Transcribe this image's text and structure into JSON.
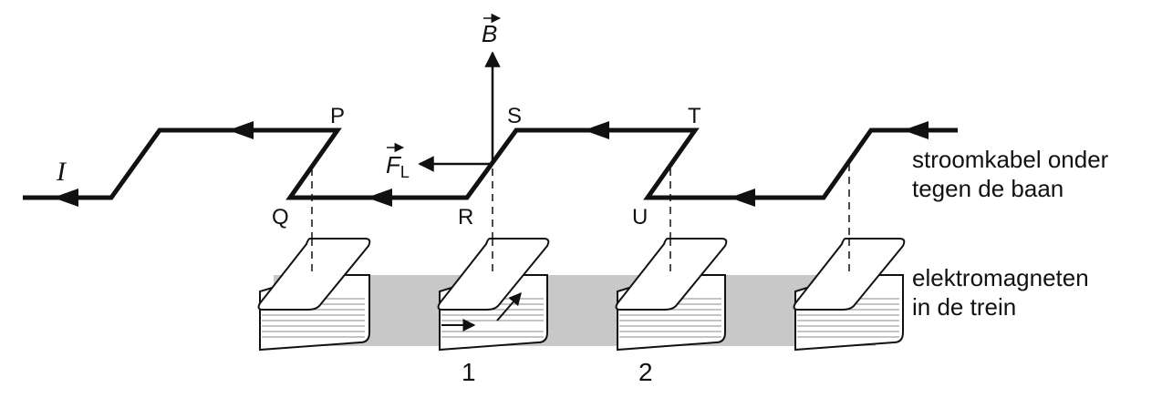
{
  "diagram": {
    "points": {
      "P": "P",
      "Q": "Q",
      "R": "R",
      "S": "S",
      "T": "T",
      "U": "U"
    },
    "current_label": "I",
    "field_label": "B",
    "force_label": "F",
    "force_subscript": "L",
    "cable_caption": {
      "line1": "stroomkabel onder",
      "line2": "tegen de baan"
    },
    "magnets_caption": {
      "line1": "elektromagneten",
      "line2": "in de trein"
    },
    "magnet_numbers": {
      "first": "1",
      "second": "2"
    },
    "colors": {
      "ink": "#111111",
      "train_band": "#c8c8c8",
      "coil_fill": "#ffffff"
    }
  }
}
